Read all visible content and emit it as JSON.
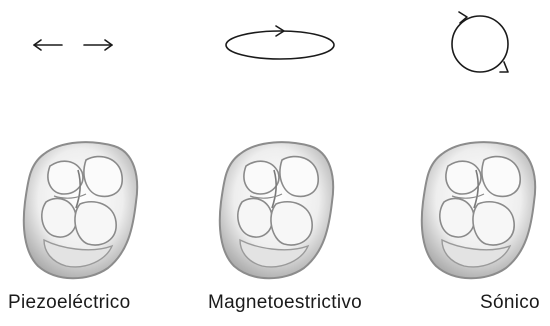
{
  "panels": [
    {
      "id": "piezo",
      "label": "Piezoeléctrico",
      "motion": "linear-back-and-forth-arrows",
      "icon": "molar-tooth-occlusal-view"
    },
    {
      "id": "magneto",
      "label": "Magnetoestrictivo",
      "motion": "elliptical-orbit-arrow",
      "icon": "molar-tooth-occlusal-view"
    },
    {
      "id": "sonic",
      "label": "Sónico",
      "motion": "circular-orbit-arrows",
      "icon": "molar-tooth-occlusal-view"
    }
  ],
  "colors": {
    "ink": "#1a1a1a",
    "tooth_fill": "#f2f2f2",
    "tooth_shadow": "#8c8c8c"
  }
}
